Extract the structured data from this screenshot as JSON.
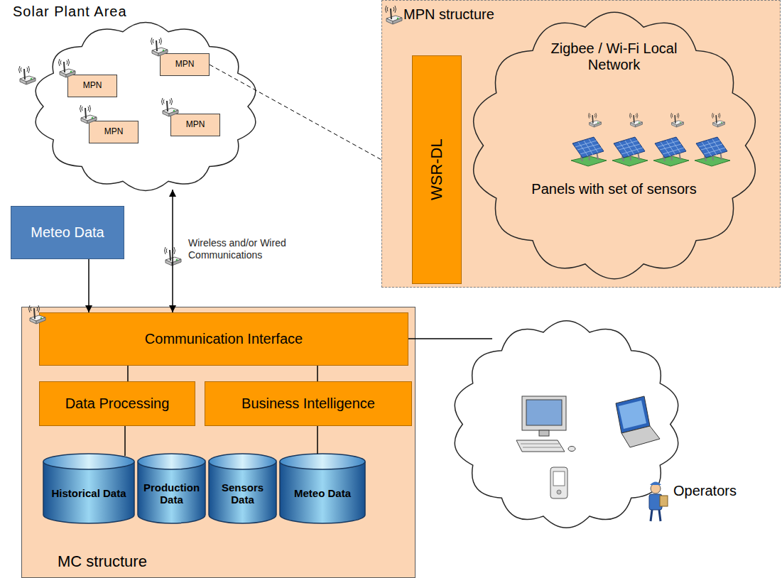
{
  "diagram": {
    "nodes": [
      {
        "text": [
          "Solar Plant Area"
        ]
      },
      {
        "text": [
          "MPN"
        ],
        "in": 0
      },
      {
        "text": [
          "MPN"
        ],
        "in": 0
      },
      {
        "text": [
          "MPN"
        ],
        "in": 0
      },
      {
        "text": [
          "MPN"
        ],
        "in": 0
      },
      {
        "text": [
          "MPN structure"
        ]
      },
      {
        "text": [
          "WSR-DL"
        ],
        "in": 5
      },
      {
        "text": [
          "Zigbee / Wi-Fi Local Network",
          "Panels with set of sensors"
        ],
        "in": 5
      },
      {
        "text": [
          "Meteo Data"
        ]
      },
      {
        "text": [
          "MC structure"
        ]
      },
      {
        "text": [
          "Communication Interface"
        ],
        "in": 9
      },
      {
        "text": [
          "Data Processing"
        ],
        "in": 9
      },
      {
        "text": [
          "Business Intelligence"
        ],
        "in": 9
      },
      {
        "text": [
          "Historical Data"
        ],
        "in": 9
      },
      {
        "text": [
          "Production Data"
        ],
        "in": 9
      },
      {
        "text": [
          "Sensors Data"
        ],
        "in": 9
      },
      {
        "text": [
          "Meteo Data"
        ],
        "in": 9
      },
      {
        "text": [
          "Operators"
        ]
      }
    ],
    "edges": [
      {
        "from": 8,
        "to": 10,
        "arrow": "to"
      },
      {
        "from": 0,
        "to": 10,
        "arrow": "both",
        "label": "Wireless and/or Wired Communications"
      },
      {
        "from": 1,
        "to": 5,
        "arrow": "none"
      },
      {
        "from": 10,
        "to": 11,
        "arrow": "none"
      },
      {
        "from": 10,
        "to": 12,
        "arrow": "none"
      },
      {
        "from": 11,
        "to": 13,
        "arrow": "none"
      },
      {
        "from": 12,
        "to": 16,
        "arrow": "none"
      },
      {
        "from": 10,
        "to": 17,
        "arrow": "none"
      }
    ]
  }
}
